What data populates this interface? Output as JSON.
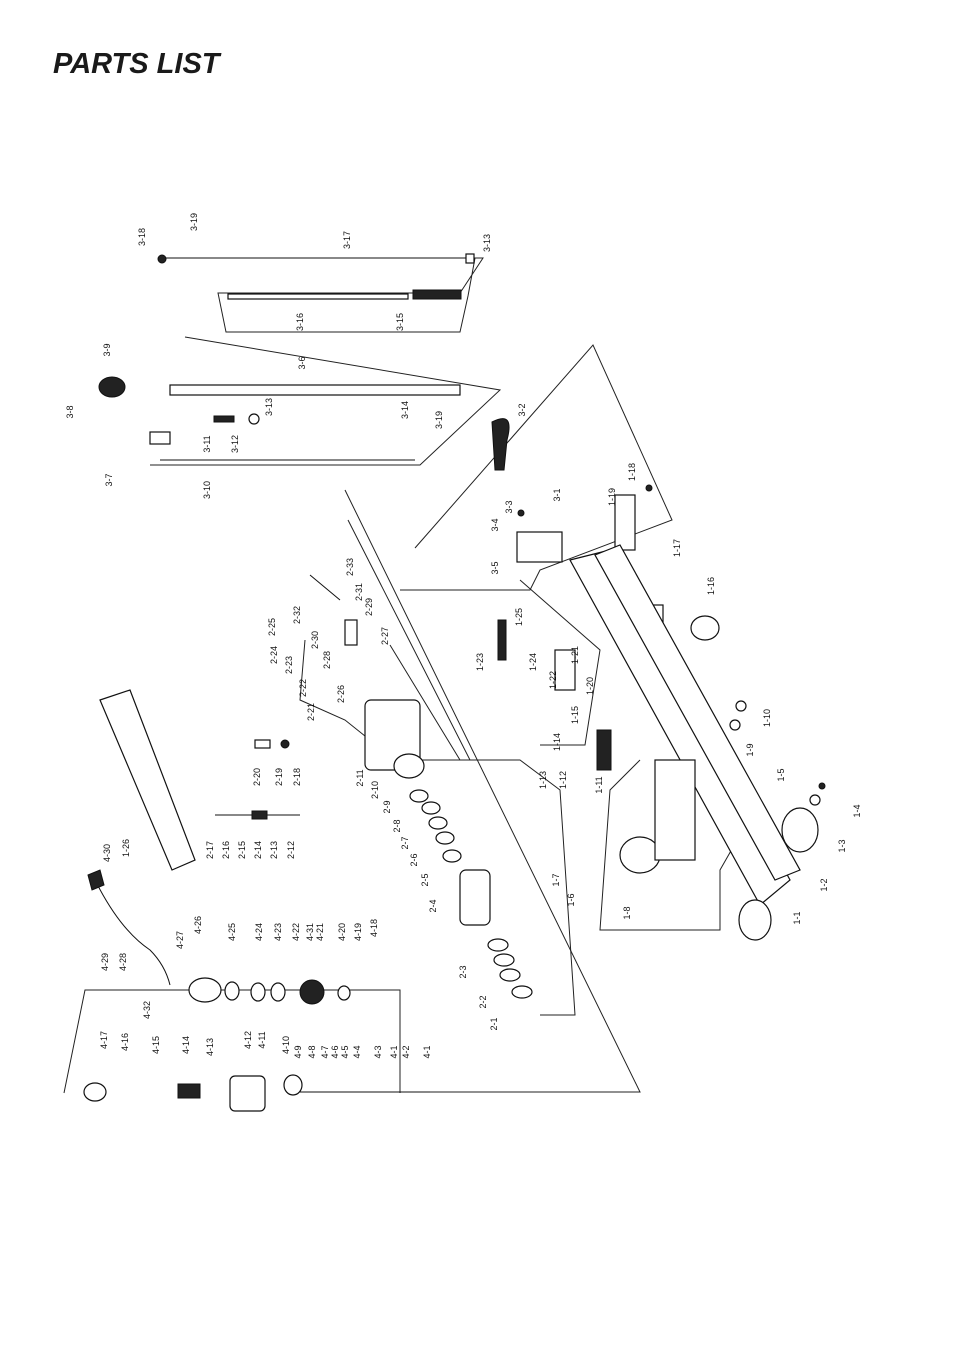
{
  "page": {
    "title": "PARTS LIST"
  },
  "diagram": {
    "callouts": [
      {
        "id": "c-3-18",
        "text": "3-18"
      },
      {
        "id": "c-3-19a",
        "text": "3-19"
      },
      {
        "id": "c-3-17",
        "text": "3-17"
      },
      {
        "id": "c-3-13a",
        "text": "3-13"
      },
      {
        "id": "c-3-16",
        "text": "3-16"
      },
      {
        "id": "c-3-15",
        "text": "3-15"
      },
      {
        "id": "c-3-9",
        "text": "3-9"
      },
      {
        "id": "c-3-8",
        "text": "3-8"
      },
      {
        "id": "c-3-6",
        "text": "3-6"
      },
      {
        "id": "c-3-13b",
        "text": "3-13"
      },
      {
        "id": "c-3-14",
        "text": "3-14"
      },
      {
        "id": "c-3-19b",
        "text": "3-19"
      },
      {
        "id": "c-3-11",
        "text": "3-11"
      },
      {
        "id": "c-3-12",
        "text": "3-12"
      },
      {
        "id": "c-3-7",
        "text": "3-7"
      },
      {
        "id": "c-3-10",
        "text": "3-10"
      },
      {
        "id": "c-3-2",
        "text": "3-2"
      },
      {
        "id": "c-3-1",
        "text": "3-1"
      },
      {
        "id": "c-3-3",
        "text": "3-3"
      },
      {
        "id": "c-3-4",
        "text": "3-4"
      },
      {
        "id": "c-3-5",
        "text": "3-5"
      },
      {
        "id": "c-1-18",
        "text": "1-18"
      },
      {
        "id": "c-1-19",
        "text": "1-19"
      },
      {
        "id": "c-1-17",
        "text": "1-17"
      },
      {
        "id": "c-1-16",
        "text": "1-16"
      },
      {
        "id": "c-2-33",
        "text": "2-33"
      },
      {
        "id": "c-2-31",
        "text": "2-31"
      },
      {
        "id": "c-2-32",
        "text": "2-32"
      },
      {
        "id": "c-2-29",
        "text": "2-29"
      },
      {
        "id": "c-2-30",
        "text": "2-30"
      },
      {
        "id": "c-2-25",
        "text": "2-25"
      },
      {
        "id": "c-2-24",
        "text": "2-24"
      },
      {
        "id": "c-2-23",
        "text": "2-23"
      },
      {
        "id": "c-2-28",
        "text": "2-28"
      },
      {
        "id": "c-2-27",
        "text": "2-27"
      },
      {
        "id": "c-2-22",
        "text": "2-22"
      },
      {
        "id": "c-2-26",
        "text": "2-26"
      },
      {
        "id": "c-2-21",
        "text": "2-21"
      },
      {
        "id": "c-1-25",
        "text": "1-25"
      },
      {
        "id": "c-1-23",
        "text": "1-23"
      },
      {
        "id": "c-1-24",
        "text": "1-24"
      },
      {
        "id": "c-1-21",
        "text": "1-21"
      },
      {
        "id": "c-1-22",
        "text": "1-22"
      },
      {
        "id": "c-1-20",
        "text": "1-20"
      },
      {
        "id": "c-1-15",
        "text": "1-15"
      },
      {
        "id": "c-1-10",
        "text": "1-10"
      },
      {
        "id": "c-1-9",
        "text": "1-9"
      },
      {
        "id": "c-1-14",
        "text": "1-14"
      },
      {
        "id": "c-1-13",
        "text": "1-13"
      },
      {
        "id": "c-1-12",
        "text": "1-12"
      },
      {
        "id": "c-1-11",
        "text": "1-11"
      },
      {
        "id": "c-1-5",
        "text": "1-5"
      },
      {
        "id": "c-1-4",
        "text": "1-4"
      },
      {
        "id": "c-1-3",
        "text": "1-3"
      },
      {
        "id": "c-1-2",
        "text": "1-2"
      },
      {
        "id": "c-1-1",
        "text": "1-1"
      },
      {
        "id": "c-1-7",
        "text": "1-7"
      },
      {
        "id": "c-1-6",
        "text": "1-6"
      },
      {
        "id": "c-1-8",
        "text": "1-8"
      },
      {
        "id": "c-2-20",
        "text": "2-20"
      },
      {
        "id": "c-2-19",
        "text": "2-19"
      },
      {
        "id": "c-2-18",
        "text": "2-18"
      },
      {
        "id": "c-2-11",
        "text": "2-11"
      },
      {
        "id": "c-2-10",
        "text": "2-10"
      },
      {
        "id": "c-2-9",
        "text": "2-9"
      },
      {
        "id": "c-2-8",
        "text": "2-8"
      },
      {
        "id": "c-2-7",
        "text": "2-7"
      },
      {
        "id": "c-2-6",
        "text": "2-6"
      },
      {
        "id": "c-2-5",
        "text": "2-5"
      },
      {
        "id": "c-2-4",
        "text": "2-4"
      },
      {
        "id": "c-2-17",
        "text": "2-17"
      },
      {
        "id": "c-2-16",
        "text": "2-16"
      },
      {
        "id": "c-2-15",
        "text": "2-15"
      },
      {
        "id": "c-2-14",
        "text": "2-14"
      },
      {
        "id": "c-2-13",
        "text": "2-13"
      },
      {
        "id": "c-2-12",
        "text": "2-12"
      },
      {
        "id": "c-1-26",
        "text": "1-26"
      },
      {
        "id": "c-4-30",
        "text": "4-30"
      },
      {
        "id": "c-4-27",
        "text": "4-27"
      },
      {
        "id": "c-4-26",
        "text": "4-26"
      },
      {
        "id": "c-4-25",
        "text": "4-25"
      },
      {
        "id": "c-4-24",
        "text": "4-24"
      },
      {
        "id": "c-4-23",
        "text": "4-23"
      },
      {
        "id": "c-4-22",
        "text": "4-22"
      },
      {
        "id": "c-4-31",
        "text": "4-31"
      },
      {
        "id": "c-4-21",
        "text": "4-21"
      },
      {
        "id": "c-4-20",
        "text": "4-20"
      },
      {
        "id": "c-4-19",
        "text": "4-19"
      },
      {
        "id": "c-4-18",
        "text": "4-18"
      },
      {
        "id": "c-4-29",
        "text": "4-29"
      },
      {
        "id": "c-4-28",
        "text": "4-28"
      },
      {
        "id": "c-4-32",
        "text": "4-32"
      },
      {
        "id": "c-2-3",
        "text": "2-3"
      },
      {
        "id": "c-2-2",
        "text": "2-2"
      },
      {
        "id": "c-2-1",
        "text": "2-1"
      },
      {
        "id": "c-4-17",
        "text": "4-17"
      },
      {
        "id": "c-4-16",
        "text": "4-16"
      },
      {
        "id": "c-4-15",
        "text": "4-15"
      },
      {
        "id": "c-4-14",
        "text": "4-14"
      },
      {
        "id": "c-4-13",
        "text": "4-13"
      },
      {
        "id": "c-4-12",
        "text": "4-12"
      },
      {
        "id": "c-4-11",
        "text": "4-11"
      },
      {
        "id": "c-4-10",
        "text": "4-10"
      },
      {
        "id": "c-4-9",
        "text": "4-9"
      },
      {
        "id": "c-4-8",
        "text": "4-8"
      },
      {
        "id": "c-4-7",
        "text": "4-7"
      },
      {
        "id": "c-4-6",
        "text": "4-6"
      },
      {
        "id": "c-4-5",
        "text": "4-5"
      },
      {
        "id": "c-4-4",
        "text": "4-4"
      },
      {
        "id": "c-4-3",
        "text": "4-3"
      },
      {
        "id": "c-4-1a",
        "text": "4-1"
      },
      {
        "id": "c-4-2",
        "text": "4-2"
      },
      {
        "id": "c-4-1b",
        "text": "4-1"
      }
    ]
  }
}
